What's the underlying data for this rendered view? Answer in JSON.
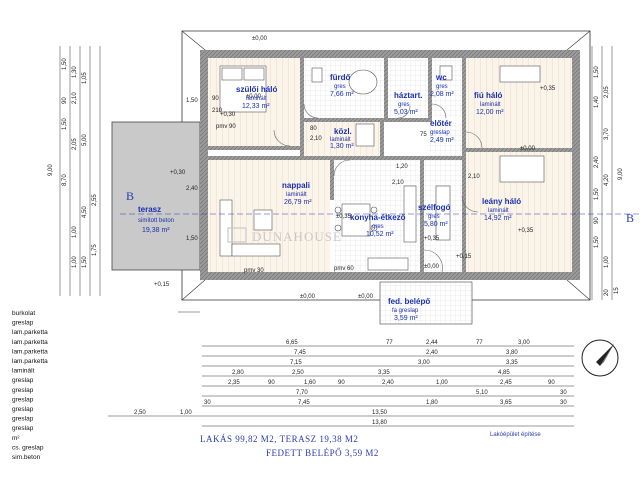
{
  "rooms": {
    "szuloi": {
      "name": "szülői háló",
      "material": "laminált",
      "area": "12,33 m²"
    },
    "furdo": {
      "name": "fürdő",
      "material": "gres",
      "area": "7,66 m²"
    },
    "haztart": {
      "name": "háztart.",
      "material": "gres",
      "area": "5,03 m²"
    },
    "wc": {
      "name": "wc",
      "material": "gres",
      "area": "2,08 m²"
    },
    "fiu": {
      "name": "fiú háló",
      "material": "laminált",
      "area": "12,00 m²"
    },
    "kozl": {
      "name": "közl.",
      "material": "laminált",
      "area": "1,30 m²"
    },
    "eloter": {
      "name": "előtér",
      "material": "greslap",
      "area": "2,49 m²"
    },
    "terasz": {
      "name": "terasz",
      "material": "simított beton",
      "area": "19,38 m²"
    },
    "nappali": {
      "name": "nappali",
      "material": "laminált",
      "area": "26,79 m²"
    },
    "konyha": {
      "name": "konyha-étkező",
      "material": "gres",
      "area": "10,52 m²"
    },
    "szelfogo": {
      "name": "szélfogó",
      "material": "gres",
      "area": "5,80 m²"
    },
    "leany": {
      "name": "leány háló",
      "material": "laminált",
      "area": "14,92 m²"
    },
    "fed": {
      "name": "fed. belépő",
      "material": "fa greslap",
      "area": "3,59 m²"
    }
  },
  "section_marks": {
    "left": "B",
    "right": "B"
  },
  "watermark": "DUNAHOUSE",
  "legend_rows": [
    "burkolat",
    "greslap",
    "lam.parketta",
    "lam.parketta",
    "lam.parketta",
    "lam.parketta",
    "laminált",
    "greslap",
    "greslap",
    "greslap",
    "greslap",
    "greslap",
    "greslap",
    "m²",
    "cs. greslap",
    "sim.beton"
  ],
  "summary": {
    "line1": "LAKÁS 99,82 M2, TERASZ 19,38 M2",
    "line2": "FEDETT BELÉPŐ 3,59 M2",
    "note": "Lakóépület építése"
  },
  "dims": {
    "top_level": "±0,00",
    "row1": [
      "6,65",
      "77",
      "2,44",
      "77",
      "3,00"
    ],
    "row2": [
      "7,45",
      "2,40",
      "3,80"
    ],
    "row3": [
      "7,15",
      "3,00",
      "3,35"
    ],
    "row4": [
      "2,80",
      "2,50",
      "3,35",
      "4,85"
    ],
    "row5": [
      "2,35",
      "90",
      "1,60",
      "90",
      "2,40",
      "1,00",
      "2,45",
      "90"
    ],
    "row6": [
      "7,70",
      "5,10",
      "30"
    ],
    "row7": [
      "30",
      "7,45",
      "1,80",
      "3,65",
      "30"
    ],
    "row8": [
      "2,50",
      "1,00",
      "13,50"
    ],
    "row9": [
      "13,80"
    ],
    "left_total": "9,00",
    "right_total": "9,00",
    "left_ticks": [
      "1,50",
      "1,30",
      "1,05",
      "2,10",
      "90",
      "1,50",
      "5,00",
      "2,05",
      "8,70",
      "4,50",
      "1,00",
      "1,75",
      "1,50",
      "1,00",
      "2,55"
    ],
    "right_ticks": [
      "1,50",
      "1,40",
      "2,05",
      "3,70",
      "4,20",
      "2,40",
      "1,50",
      "90",
      "1,50",
      "1,00",
      "15",
      "20"
    ],
    "levels": [
      "+0,30",
      "+0,15",
      "±0,00",
      "±0,00",
      "±0,00",
      "±0,00",
      "+0,35",
      "+0,35",
      "+0,35",
      "±0,00",
      "±0,35",
      "+0,30",
      "+0,15"
    ],
    "openings": [
      "90",
      "210",
      "pmv 90",
      "pmv 30",
      "pmv 60",
      "1,20",
      "2,10",
      "80",
      "2,10",
      "75",
      "2,10",
      "1,50",
      "1,50",
      "2,40"
    ]
  }
}
